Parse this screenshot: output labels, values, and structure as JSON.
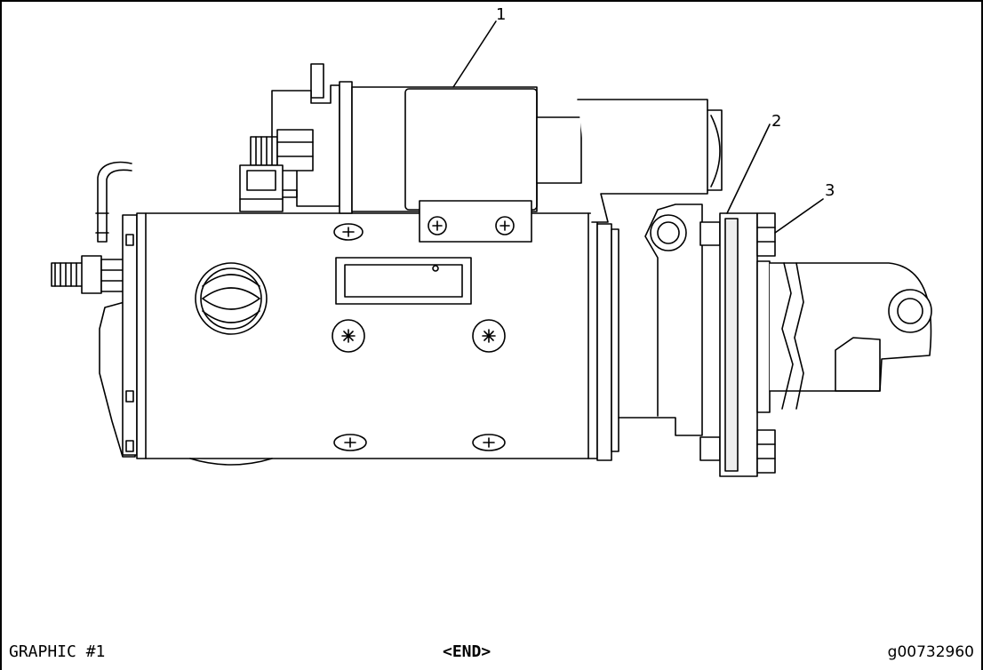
{
  "callouts": [
    {
      "label": "1",
      "part": "solenoid"
    },
    {
      "label": "2",
      "part": "mounting-flange"
    },
    {
      "label": "3",
      "part": "mounting-bolt"
    }
  ],
  "footer": {
    "graphic_label": "GRAPHIC #1",
    "end_marker": "<END>",
    "figure_id": "g00732960"
  }
}
